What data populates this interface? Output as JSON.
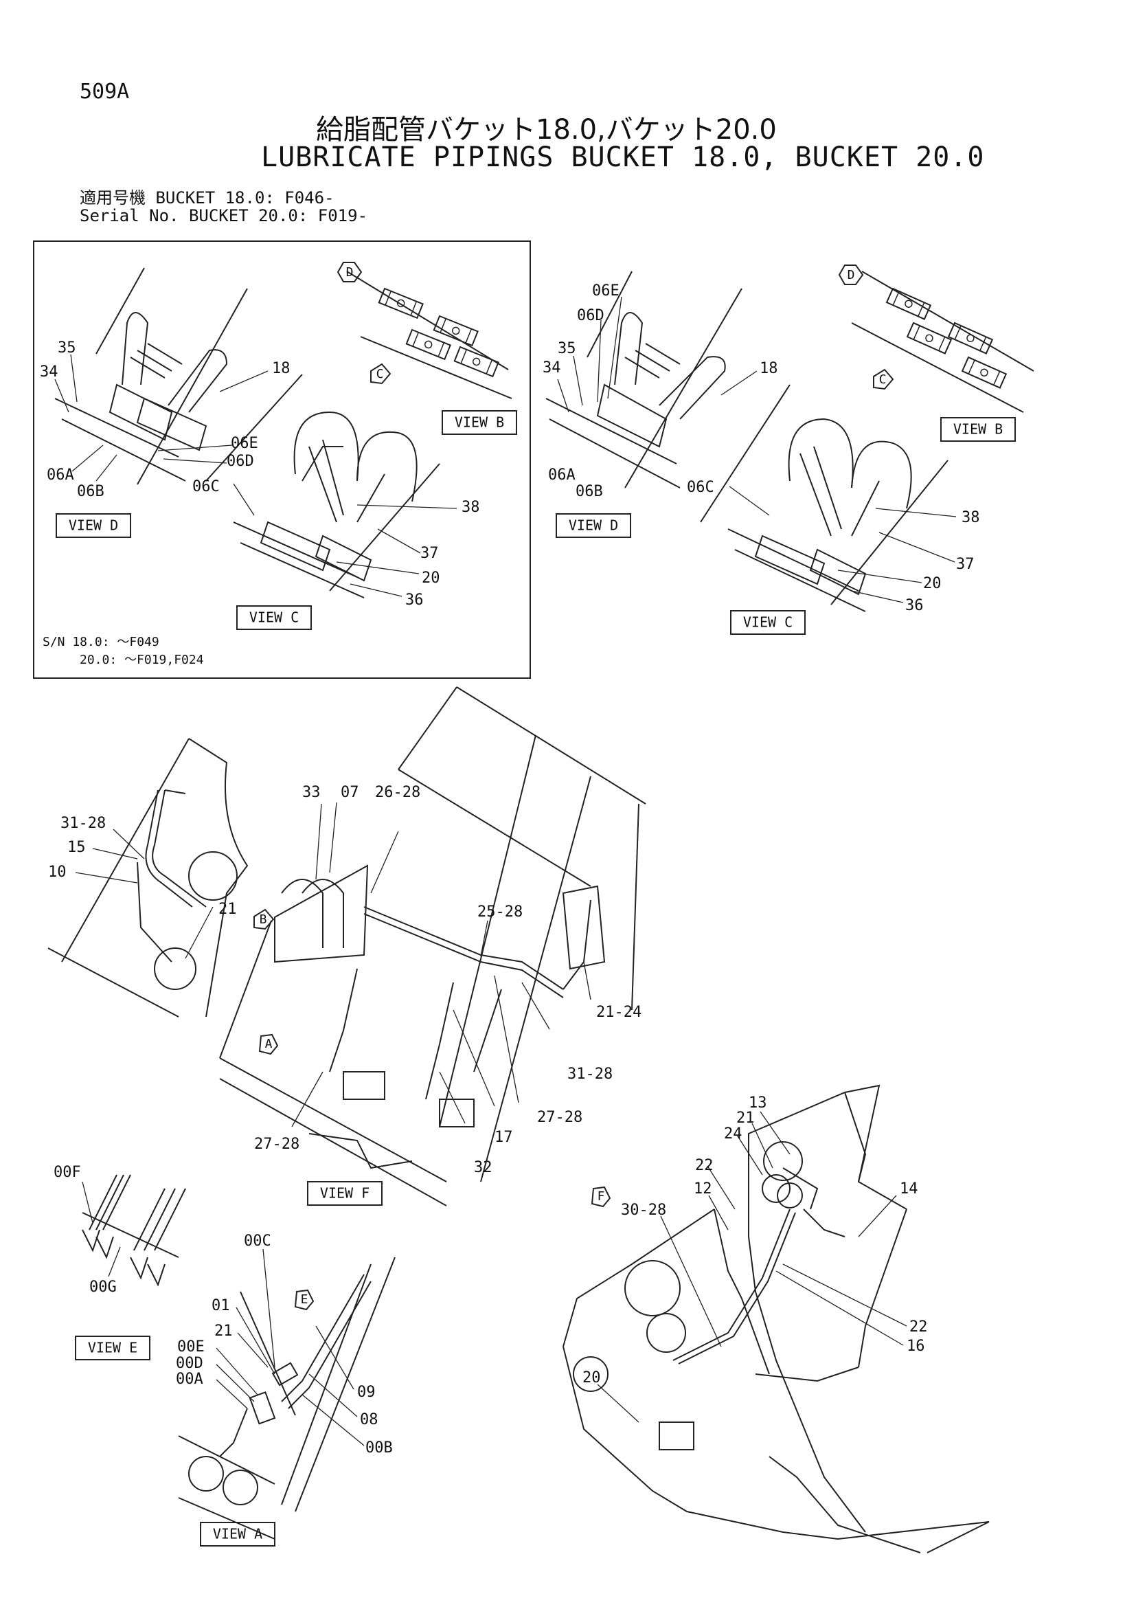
{
  "page_number": "509A",
  "title_jp": "給脂配管バケット18.0,バケット20.0",
  "title_en": "LUBRICATE PIPINGS BUCKET 18.0, BUCKET 20.0",
  "serial": {
    "line1": "適用号機 BUCKET 18.0: F046-",
    "line2": "Serial No. BUCKET 20.0: F019-"
  },
  "inset": {
    "sn_line1": "S/N 18.0: ～F049",
    "sn_line2": "20.0: ～F019,F024"
  },
  "views": {
    "inset_view_b": "VIEW B",
    "inset_view_c": "VIEW C",
    "inset_view_d": "VIEW D",
    "view_b": "VIEW B",
    "view_c": "VIEW C",
    "view_d": "VIEW D",
    "view_e": "VIEW E",
    "view_f": "VIEW F",
    "view_a": "VIEW A"
  },
  "markers": {
    "inset_d": "D",
    "inset_c": "C",
    "right_d": "D",
    "right_c": "C",
    "b": "B",
    "a": "A",
    "e": "E",
    "f": "F"
  },
  "labels": {
    "inset_35": "35",
    "inset_34": "34",
    "inset_18": "18",
    "inset_06e": "06E",
    "inset_06d": "06D",
    "inset_06a": "06A",
    "inset_06b": "06B",
    "inset_06c": "06C",
    "inset_38": "38",
    "inset_37": "37",
    "inset_20": "20",
    "inset_36": "36",
    "r_06e": "06E",
    "r_06d": "06D",
    "r_35": "35",
    "r_34": "34",
    "r_18": "18",
    "r_06a": "06A",
    "r_06b": "06B",
    "r_06c": "06C",
    "r_38": "38",
    "r_37": "37",
    "r_20": "20",
    "r_36": "36",
    "l_31_28": "31-28",
    "l_15": "15",
    "l_10": "10",
    "l_21": "21",
    "f_33": "33",
    "f_07": "07",
    "f_26_28": "26-28",
    "f_25_28": "25-28",
    "f_21_24": "21-24",
    "f_31_28": "31-28",
    "f_27_28_r": "27-28",
    "f_17": "17",
    "f_32": "32",
    "f_27_28_l": "27-28",
    "e_00f": "00F",
    "e_00g": "00G",
    "a_00c": "00C",
    "a_01": "01",
    "a_21": "21",
    "a_00e": "00E",
    "a_00d": "00D",
    "a_00a": "00A",
    "a_09": "09",
    "a_08": "08",
    "a_00b": "00B",
    "b_13": "13",
    "b_21": "21",
    "b_24": "24",
    "b_22_top": "22",
    "b_12": "12",
    "b_14": "14",
    "b_30_28": "30-28",
    "b_22_bot": "22",
    "b_16": "16",
    "b_20": "20"
  }
}
